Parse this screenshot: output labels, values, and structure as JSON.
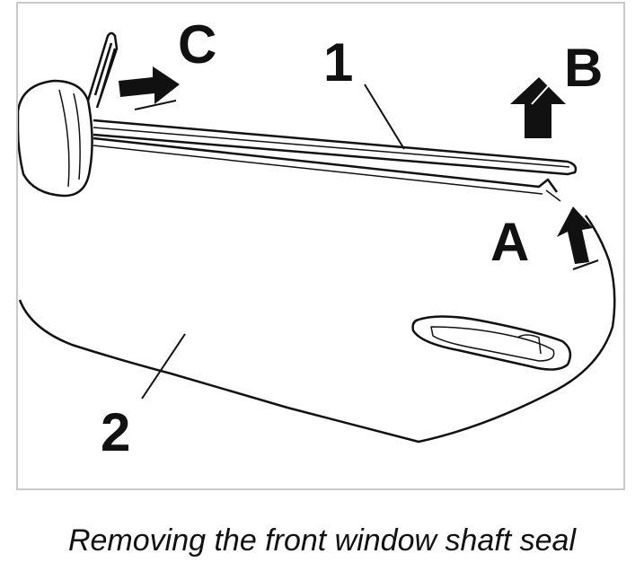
{
  "figure": {
    "labels": {
      "callout_1": "1",
      "callout_2": "2",
      "arrow_a": "A",
      "arrow_b": "B",
      "arrow_c": "C"
    },
    "caption": "Removing the front window shaft seal"
  },
  "colors": {
    "line": "#111111",
    "frame": "#c9c9c9",
    "background": "#ffffff"
  }
}
